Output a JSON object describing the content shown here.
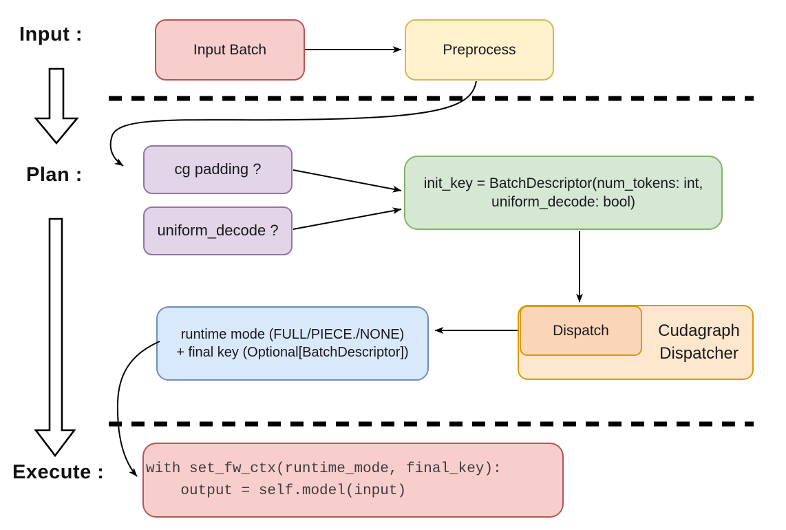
{
  "labels": {
    "input": "Input :",
    "plan": "Plan :",
    "execute": "Execute :"
  },
  "nodes": {
    "input_batch": {
      "label": "Input Batch"
    },
    "preprocess": {
      "label": "Preprocess"
    },
    "cg_padding": {
      "label": "cg padding ?"
    },
    "uniform_decode": {
      "label": "uniform_decode ?"
    },
    "init_key": {
      "lines": [
        "init_key = BatchDescriptor(num_tokens: int,",
        "uniform_decode: bool)"
      ]
    },
    "dispatch": {
      "label": "Dispatch"
    },
    "cudagraph_dispatcher": {
      "lines": [
        "Cudagraph",
        "Dispatcher"
      ]
    },
    "runtime_mode": {
      "lines": [
        "runtime mode (FULL/PIECE./NONE)",
        "+ final key (Optional[BatchDescriptor])"
      ]
    },
    "execute_code": {
      "lines": [
        "with set_fw_ctx(runtime_mode, final_key):",
        "    output = self.model(input)"
      ]
    }
  },
  "palette": {
    "red_fill": "#f8cecc",
    "red_stroke": "#b85450",
    "yellow_fill": "#fff2cc",
    "yellow_stroke": "#d6b656",
    "purple_fill": "#e1d5e7",
    "purple_stroke": "#9673a6",
    "green_fill": "#d5e8d4",
    "green_stroke": "#82b366",
    "blue_fill": "#dae8fc",
    "blue_stroke": "#6c8ebf",
    "orange_outer_fill": "#ffe7cd",
    "orange_inner_fill": "#fad5b8",
    "orange_stroke": "#d79b00",
    "connector": "#000000",
    "code_text": "#3c3c3c"
  }
}
